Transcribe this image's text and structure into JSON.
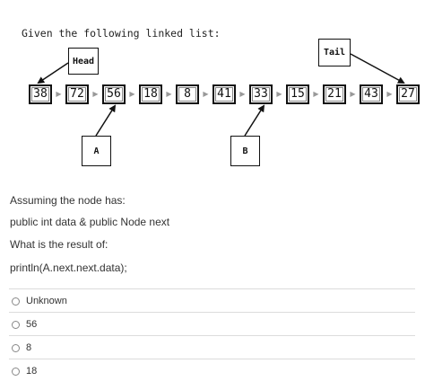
{
  "intro_text": "Given the following linked list:",
  "nodes": [
    "38",
    "72",
    "56",
    "18",
    "8",
    "41",
    "33",
    "15",
    "21",
    "43",
    "27"
  ],
  "pointers": {
    "head": "Head",
    "tail": "Tail",
    "a": "A",
    "b": "B"
  },
  "question": {
    "line1": "Assuming the node has:",
    "line2": "public int data & public Node next",
    "line3": "What is the result of:",
    "line4": "println(A.next.next.data);"
  },
  "options": [
    "Unknown",
    "56",
    "8",
    "18"
  ]
}
